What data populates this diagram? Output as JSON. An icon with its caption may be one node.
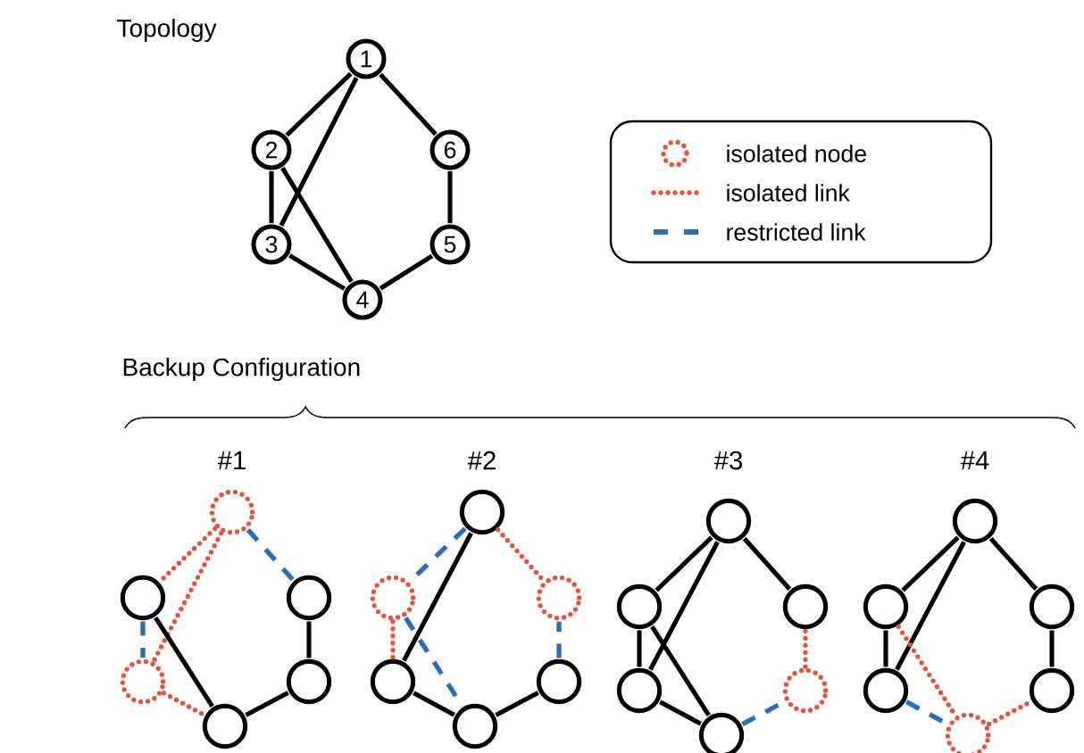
{
  "diagram": {
    "nodes": [
      {
        "text": [
          "1"
        ]
      },
      {
        "text": [
          "2"
        ]
      },
      {
        "text": [
          "3"
        ]
      },
      {
        "text": [
          "4"
        ]
      },
      {
        "text": [
          "5"
        ]
      },
      {
        "text": [
          "6"
        ]
      },
      {
        "text": [],
        "shape": "dotted-circle"
      },
      {
        "text": [],
        "shape": "circle"
      },
      {
        "text": [],
        "shape": "dotted-circle"
      },
      {
        "text": [],
        "shape": "circle"
      },
      {
        "text": [],
        "shape": "circle"
      },
      {
        "text": [],
        "shape": "circle"
      },
      {
        "text": [],
        "shape": "circle"
      },
      {
        "text": [],
        "shape": "dotted-circle"
      },
      {
        "text": [],
        "shape": "circle"
      },
      {
        "text": [],
        "shape": "circle"
      },
      {
        "text": [],
        "shape": "circle"
      },
      {
        "text": [],
        "shape": "dotted-circle"
      },
      {
        "text": [],
        "shape": "circle"
      },
      {
        "text": [],
        "shape": "circle"
      },
      {
        "text": [],
        "shape": "circle"
      },
      {
        "text": [],
        "shape": "circle"
      },
      {
        "text": [],
        "shape": "dotted-circle"
      },
      {
        "text": [],
        "shape": "circle"
      },
      {
        "text": [],
        "shape": "circle"
      },
      {
        "text": [],
        "shape": "circle"
      },
      {
        "text": [],
        "shape": "circle"
      },
      {
        "text": [],
        "shape": "dotted-circle"
      },
      {
        "text": [],
        "shape": "circle"
      },
      {
        "text": [],
        "shape": "circle"
      }
    ],
    "edges": [
      {
        "from": 0,
        "to": 1,
        "arrow": "none"
      },
      {
        "from": 0,
        "to": 2,
        "arrow": "none"
      },
      {
        "from": 0,
        "to": 5,
        "arrow": "none"
      },
      {
        "from": 1,
        "to": 2,
        "arrow": "none"
      },
      {
        "from": 1,
        "to": 3,
        "arrow": "none"
      },
      {
        "from": 2,
        "to": 3,
        "arrow": "none"
      },
      {
        "from": 3,
        "to": 4,
        "arrow": "none"
      },
      {
        "from": 4,
        "to": 5,
        "arrow": "none"
      },
      {
        "from": 6,
        "to": 7,
        "arrow": "none",
        "style": "dashed",
        "color": "#e8503a"
      },
      {
        "from": 6,
        "to": 8,
        "arrow": "none",
        "style": "dashed",
        "color": "#e8503a"
      },
      {
        "from": 6,
        "to": 11,
        "arrow": "none",
        "style": "dashed",
        "color": "#2a6ebb"
      },
      {
        "from": 7,
        "to": 8,
        "arrow": "none",
        "style": "dashed",
        "color": "#2a6ebb"
      },
      {
        "from": 7,
        "to": 9,
        "arrow": "none"
      },
      {
        "from": 8,
        "to": 9,
        "arrow": "none",
        "style": "dashed",
        "color": "#e8503a"
      },
      {
        "from": 9,
        "to": 10,
        "arrow": "none"
      },
      {
        "from": 10,
        "to": 11,
        "arrow": "none"
      },
      {
        "from": 12,
        "to": 13,
        "arrow": "none",
        "style": "dashed",
        "color": "#2a6ebb"
      },
      {
        "from": 12,
        "to": 14,
        "arrow": "none"
      },
      {
        "from": 12,
        "to": 17,
        "arrow": "none",
        "style": "dashed",
        "color": "#e8503a"
      },
      {
        "from": 13,
        "to": 14,
        "arrow": "none",
        "style": "dashed",
        "color": "#e8503a"
      },
      {
        "from": 13,
        "to": 15,
        "arrow": "none",
        "style": "dashed",
        "color": "#2a6ebb"
      },
      {
        "from": 14,
        "to": 15,
        "arrow": "none"
      },
      {
        "from": 15,
        "to": 16,
        "arrow": "none"
      },
      {
        "from": 16,
        "to": 17,
        "arrow": "none",
        "style": "dashed",
        "color": "#2a6ebb"
      },
      {
        "from": 18,
        "to": 19,
        "arrow": "none"
      },
      {
        "from": 18,
        "to": 20,
        "arrow": "none"
      },
      {
        "from": 18,
        "to": 23,
        "arrow": "none"
      },
      {
        "from": 19,
        "to": 20,
        "arrow": "none"
      },
      {
        "from": 19,
        "to": 21,
        "arrow": "none"
      },
      {
        "from": 20,
        "to": 21,
        "arrow": "none"
      },
      {
        "from": 21,
        "to": 22,
        "arrow": "none",
        "style": "dashed",
        "color": "#2a6ebb"
      },
      {
        "from": 22,
        "to": 23,
        "arrow": "none",
        "style": "dashed",
        "color": "#e8503a"
      },
      {
        "from": 24,
        "to": 25,
        "arrow": "none"
      },
      {
        "from": 24,
        "to": 26,
        "arrow": "none"
      },
      {
        "from": 24,
        "to": 29,
        "arrow": "none"
      },
      {
        "from": 25,
        "to": 26,
        "arrow": "none"
      },
      {
        "from": 25,
        "to": 27,
        "arrow": "none",
        "style": "dashed",
        "color": "#e8503a"
      },
      {
        "from": 26,
        "to": 27,
        "arrow": "none",
        "style": "dashed",
        "color": "#2a6ebb"
      },
      {
        "from": 27,
        "to": 28,
        "arrow": "none",
        "style": "dashed",
        "color": "#e8503a"
      },
      {
        "from": 28,
        "to": 29,
        "arrow": "none"
      }
    ],
    "labels": [
      "Topology",
      "Backup Configuration",
      "#1",
      "#2",
      "#3",
      "#4"
    ],
    "legend": [
      {
        "text": "isolated node",
        "color": "#e8503a"
      },
      {
        "text": "isolated link",
        "color": "#e8503a"
      },
      {
        "text": "restricted link",
        "color": "#2a6ebb"
      }
    ]
  }
}
